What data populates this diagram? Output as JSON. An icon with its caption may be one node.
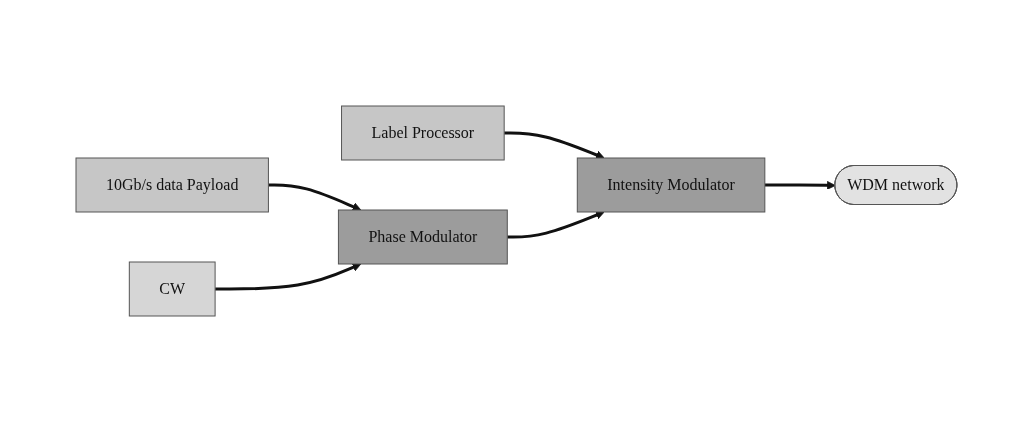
{
  "diagram": {
    "nodes": [
      {
        "text": [
          "10Gb/s data Payload"
        ]
      },
      {
        "text": [
          "Label Processor"
        ]
      },
      {
        "text": [
          "CW"
        ]
      },
      {
        "text": [
          "Phase Modulator"
        ]
      },
      {
        "text": [
          "Intensity Modulator"
        ]
      },
      {
        "text": [
          "WDM network"
        ]
      }
    ],
    "edges": [
      {
        "from": 0,
        "to": 3,
        "arrow": "to"
      },
      {
        "from": 1,
        "to": 4,
        "arrow": "to"
      },
      {
        "from": 2,
        "to": 3,
        "arrow": "to"
      },
      {
        "from": 3,
        "to": 4,
        "arrow": "to"
      },
      {
        "from": 4,
        "to": 5,
        "arrow": "to"
      }
    ]
  }
}
